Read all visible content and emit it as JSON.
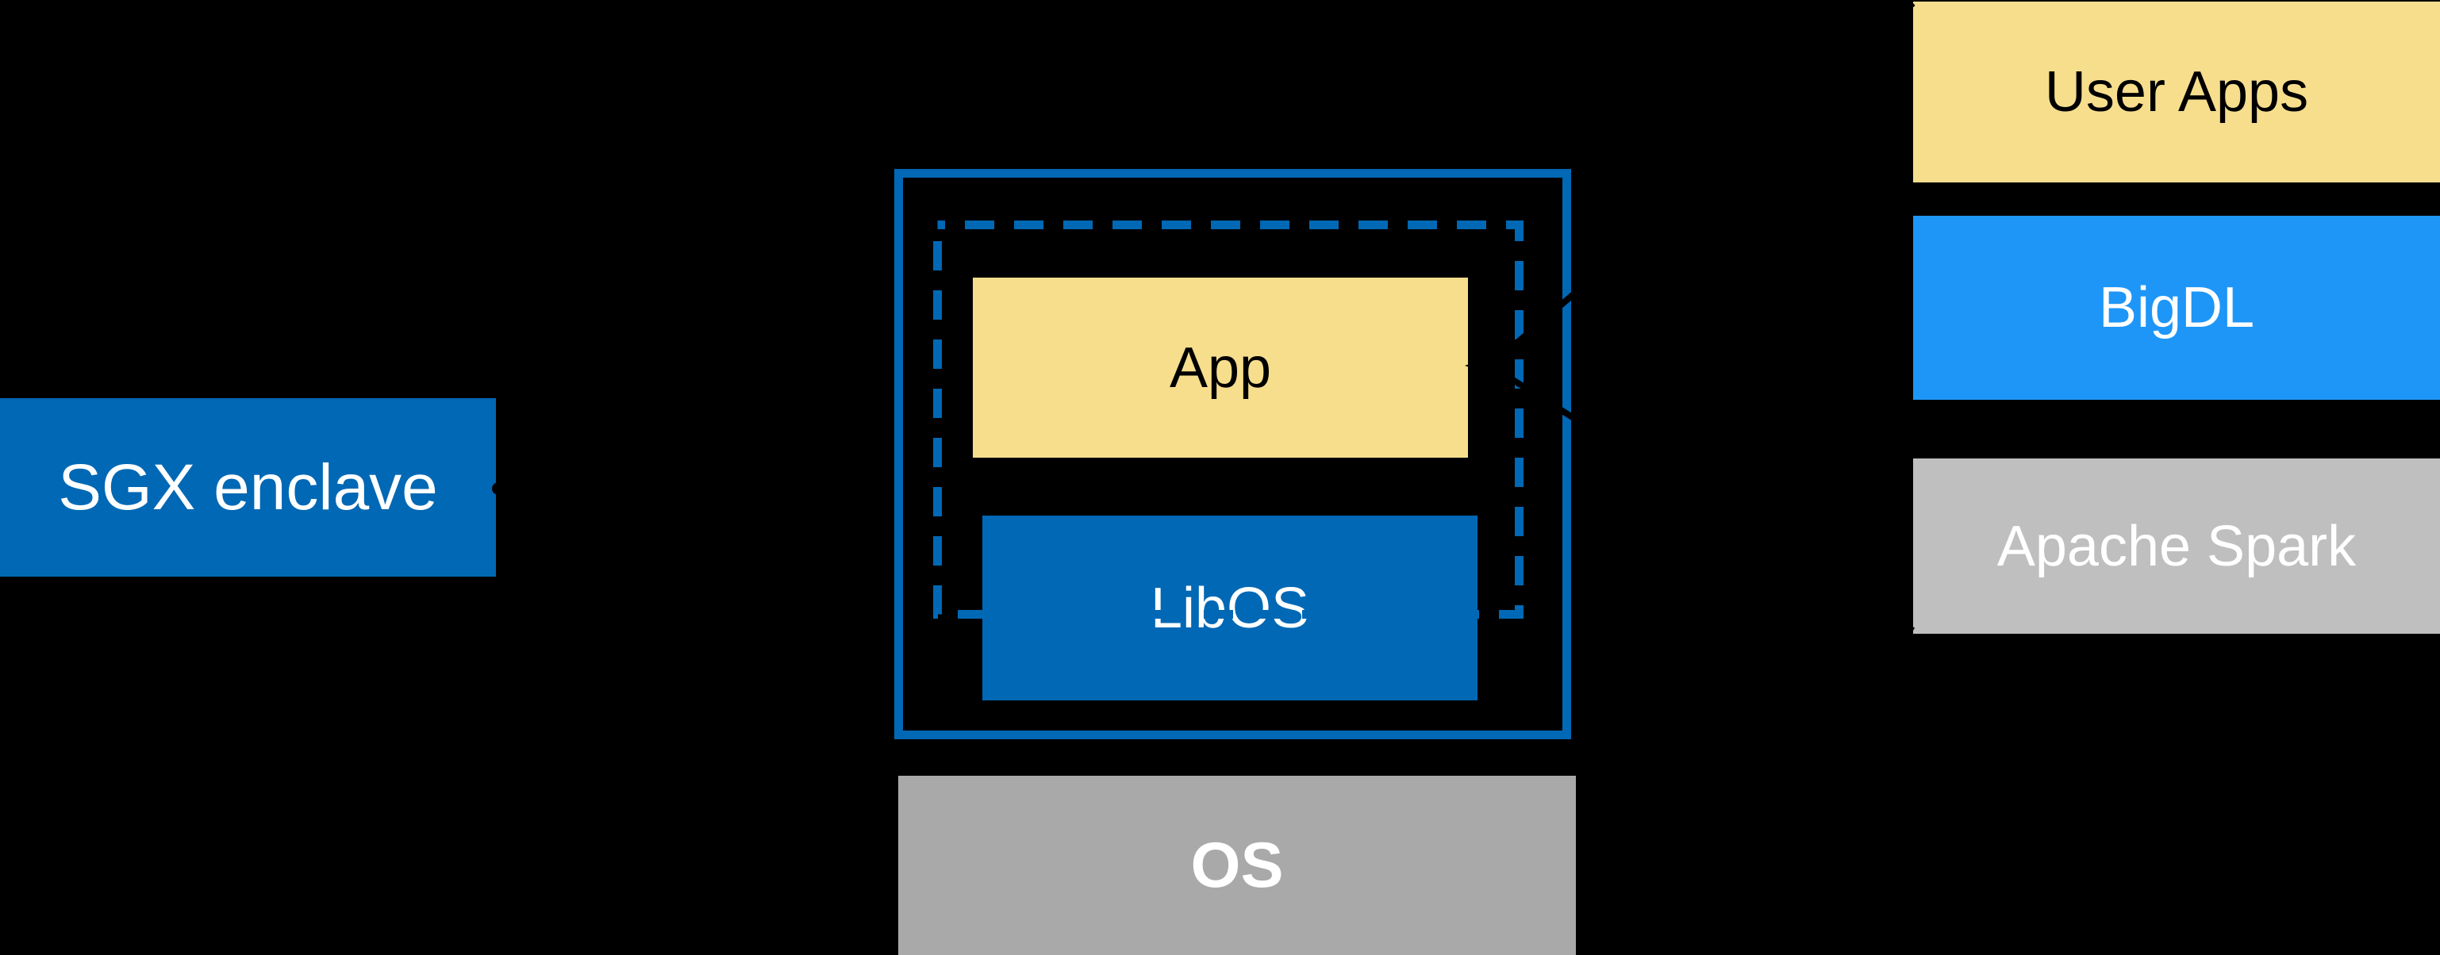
{
  "diagram": {
    "left_label": {
      "text": "SGX enclave"
    },
    "enclave": {
      "app_label": "App",
      "libos_label": "LibOS"
    },
    "os_label": "OS",
    "stack": [
      {
        "label": "User Apps"
      },
      {
        "label": "BigDL"
      },
      {
        "label": "Apache Spark"
      }
    ]
  },
  "colors": {
    "background": "#000000",
    "intel_blue": "#0068B5",
    "bright_blue": "#1E96F7",
    "pale_yellow": "#F7DE8D",
    "os_gray": "#A9A9A9",
    "spark_gray": "#BFBFBF",
    "arrow_black": "#000000",
    "text_light": "#FFFFFF",
    "text_dark": "#000000"
  }
}
